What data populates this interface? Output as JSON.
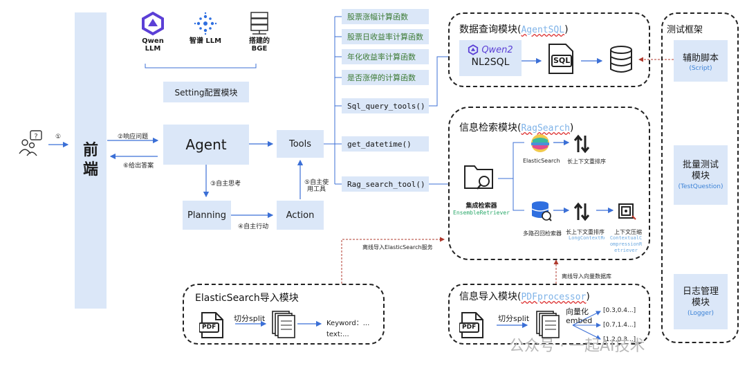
{
  "frontend": {
    "label": "前\n端"
  },
  "user": {
    "step1": "①"
  },
  "llms": [
    {
      "name": "Qwen LLM",
      "icon": "qwen-logo-icon"
    },
    {
      "name": "智谱 LLM",
      "icon": "zhipu-logo-icon"
    },
    {
      "name": "搭建的 BGE",
      "icon": "server-icon"
    }
  ],
  "setting": {
    "label": "Setting配置模块"
  },
  "agent": {
    "label": "Agent"
  },
  "tools": {
    "label": "Tools"
  },
  "planning": {
    "label": "Planning"
  },
  "action": {
    "label": "Action"
  },
  "steps": {
    "s2": "②响应问题",
    "s6": "⑥给出答案",
    "s3": "③自主思考",
    "s4": "④自主行动",
    "s5a": "⑤自主使",
    "s5b": "用工具"
  },
  "functions": [
    "股票涨幅计算函数",
    "股票日收益率计算函数",
    "年化收益率计算函数",
    "是否涨停的计算函数",
    "Sql_query_tools()",
    "get_datetime()",
    "Rag_search_tool()"
  ],
  "sql_module": {
    "title_cn": "数据查询模块(",
    "title_en": "AgentSQL",
    "title_end": ")",
    "qwen2": "Qwen2",
    "nl2sql": "NL2SQL",
    "sql": "SQL"
  },
  "rag_module": {
    "title_cn": "信息检索模块(",
    "title_en": "RagSearch",
    "title_end": ")",
    "ensemble_cn": "集成检索器",
    "ensemble_en": "EnsembleRetriever",
    "es": "ElasticSearch",
    "rerank1": "长上下文重排序",
    "multi": "多路召回检索器",
    "rerank2": "长上下文重排序",
    "rerank2_en": "LongContextReorder",
    "compress": "上下文压缩",
    "compress_en": "ContextualCompressionRetriever"
  },
  "es_import": {
    "title": "ElasticSearch导入模块",
    "pdf": "PDF",
    "split": "切分split",
    "keyword": "Keyword：...",
    "text": "text:..."
  },
  "pdf_module": {
    "title_cn": "信息导入模块(",
    "title_en": "PDFprocessor",
    "title_end": ")",
    "pdf": "PDF",
    "split": "切分split",
    "embed": "向量化\nembed",
    "vec1": "[0.3,0.4...]",
    "vec2": "[0.7,1.4...]",
    "vec3": "[1.2,0.3...]"
  },
  "offline_es": "离线导入ElasticSearch服务",
  "offline_vec": "离线导入向量数据库",
  "test_frame": {
    "title": "测试框架",
    "boxes": [
      {
        "label": "辅助脚本",
        "sub": "(Script)"
      },
      {
        "label": "批量测试\n模块",
        "sub": "(TestQuestion)"
      },
      {
        "label": "日志管理\n模块",
        "sub": "(Logger)"
      }
    ]
  },
  "watermark": {
    "text": "公众号 · 一起AI技术"
  },
  "colors": {
    "box_blue": "#dbe7f8",
    "arrow_blue": "#3b6fd6",
    "dashed_red": "#c0392b",
    "accent_blue": "#7fb3e8"
  }
}
